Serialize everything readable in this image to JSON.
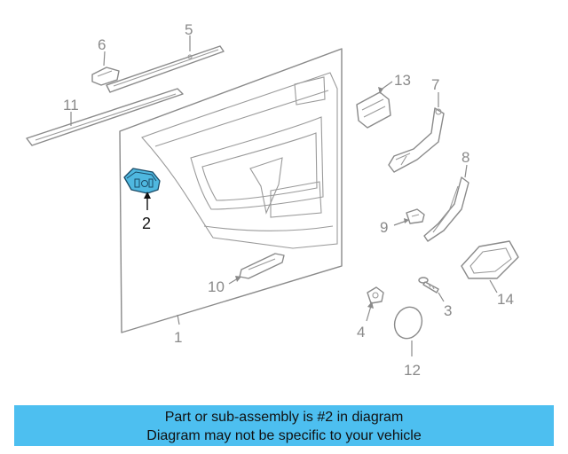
{
  "diagram": {
    "callouts": {
      "c1": "1",
      "c2": "2",
      "c3": "3",
      "c4": "4",
      "c5": "5",
      "c6": "6",
      "c7": "7",
      "c8": "8",
      "c9": "9",
      "c10": "10",
      "c11": "11",
      "c12": "12",
      "c13": "13",
      "c14": "14"
    },
    "highlight_color": "#4fb8e0"
  },
  "banner": {
    "line1": "Part or sub-assembly is #2 in diagram",
    "line2": "Diagram may not be specific to your vehicle",
    "background": "#4dbff0"
  }
}
